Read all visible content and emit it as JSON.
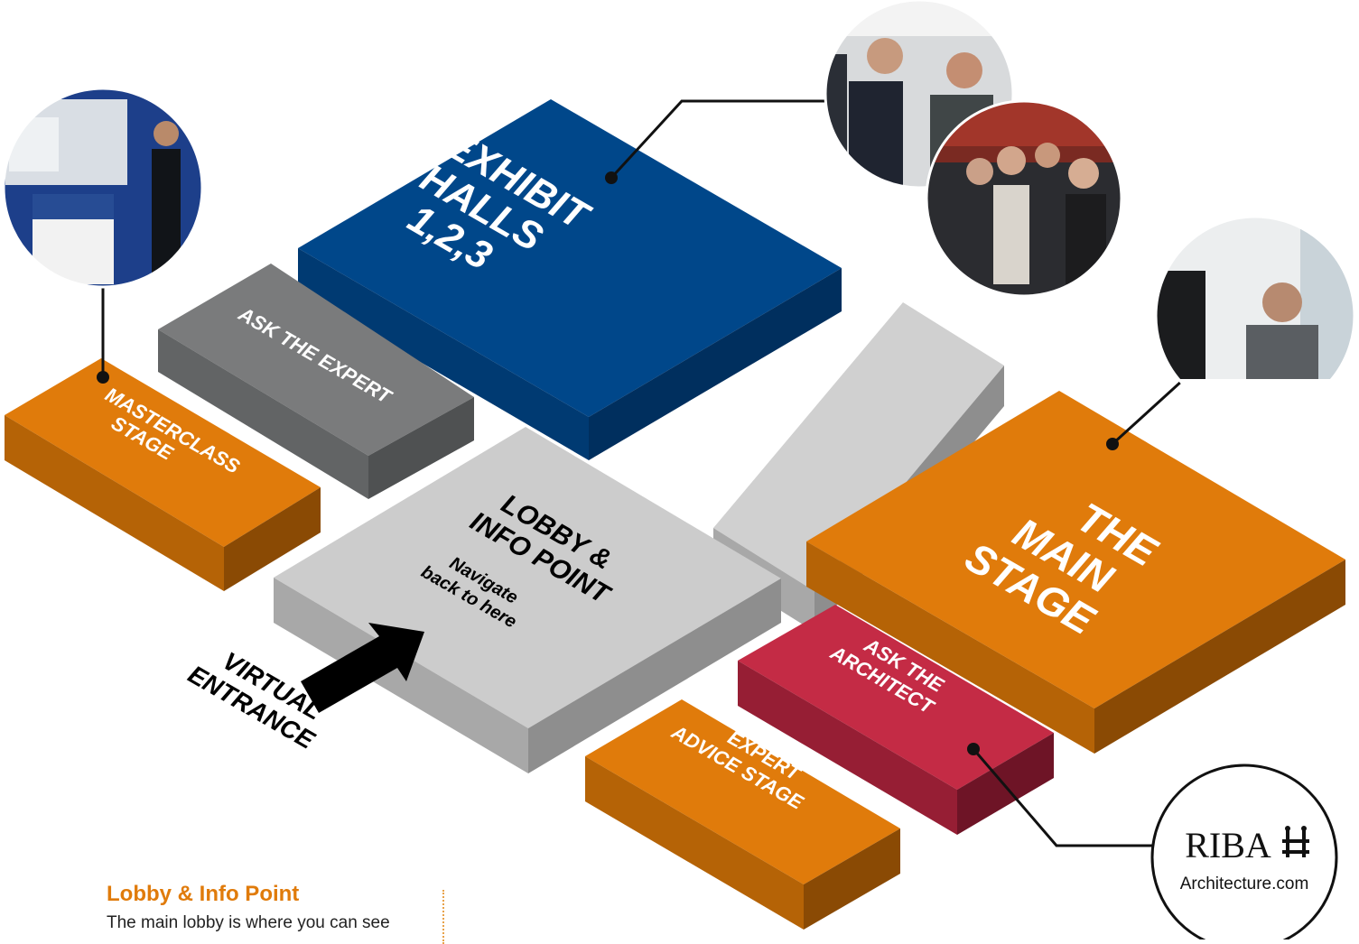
{
  "zones": {
    "exhibit_halls": [
      "EXHIBIT",
      "HALLS",
      "1,2,3"
    ],
    "ask_the_expert": [
      "ASK THE EXPERT"
    ],
    "masterclass_stage": [
      "MASTERCLASS",
      "STAGE"
    ],
    "lobby": [
      "LOBBY &",
      "INFO POINT"
    ],
    "lobby_sub": [
      "Navigate",
      "back to here"
    ],
    "main_stage": [
      "THE",
      "MAIN",
      "STAGE"
    ],
    "ask_the_architect": [
      "ASK THE",
      "ARCHITECT"
    ],
    "expert_advice_stage": [
      "EXPERT",
      "ADVICE STAGE"
    ],
    "virtual_entrance": [
      "VIRTUAL",
      "ENTRANCE"
    ]
  },
  "logo": {
    "name": "RIBA",
    "sub": "Architecture.com"
  },
  "info": {
    "title": "Lobby & Info Point",
    "text": "The main lobby is where you can see"
  },
  "colors": {
    "blue_top": "#00478a",
    "blue_side": "#002f5e",
    "blue_front": "#003a72",
    "orange_top": "#e07b0b",
    "orange_side": "#8a4a04",
    "orange_front": "#b56306",
    "grey_top": "#7a7b7c",
    "grey_side": "#4f5152",
    "grey_front": "#626465",
    "light_top": "#cccccc",
    "light_side": "#8e8e8e",
    "light_front": "#a8a8a8",
    "red_top": "#c42b45",
    "red_side": "#6e1426",
    "red_front": "#961e34"
  },
  "icons": [
    "photo-masterclass-icon",
    "photo-exhibit-icon",
    "photo-crowd-icon",
    "photo-mainstage-icon",
    "riba-logo-icon",
    "entrance-arrow-icon"
  ]
}
